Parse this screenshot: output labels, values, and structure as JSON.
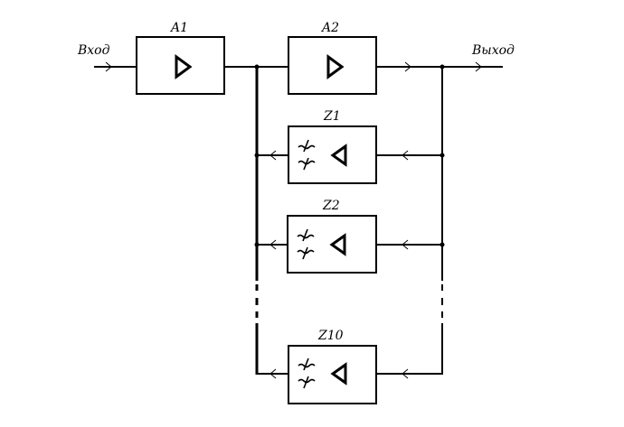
{
  "diagram": {
    "input_label": "Вход",
    "output_label": "Выход",
    "amplifiers": [
      {
        "label": "A1",
        "symbol": "amplifier-forward"
      },
      {
        "label": "A2",
        "symbol": "amplifier-forward"
      }
    ],
    "feedback_filters": [
      {
        "label": "Z1",
        "symbol": "filter-amplifier-reverse"
      },
      {
        "label": "Z2",
        "symbol": "filter-amplifier-reverse"
      },
      {
        "label": "Z10",
        "symbol": "filter-amplifier-reverse"
      }
    ],
    "colors": {
      "line": "#000000",
      "background": "#ffffff"
    }
  }
}
